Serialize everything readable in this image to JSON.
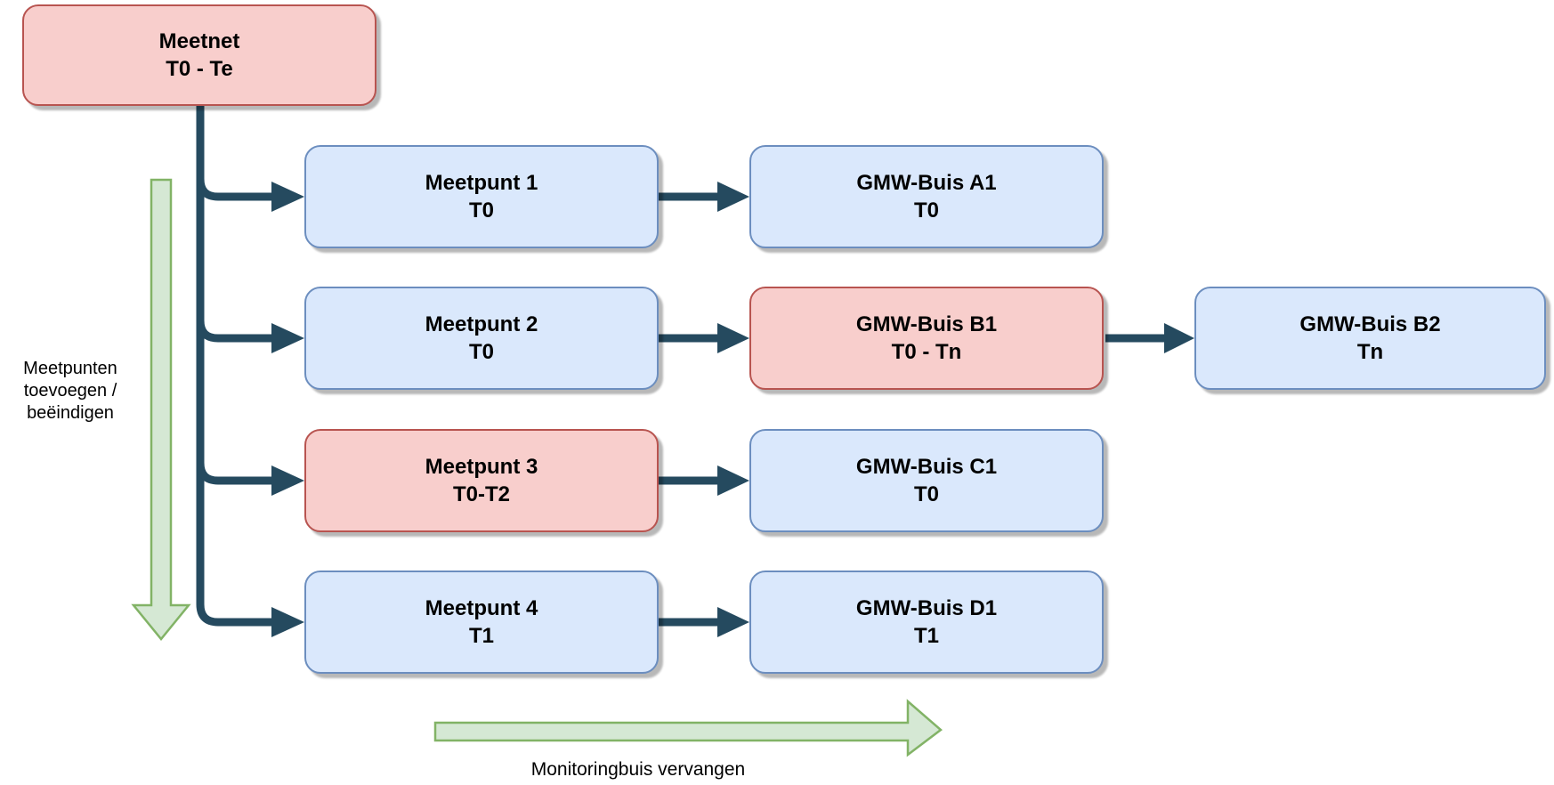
{
  "diagram": {
    "nodes": {
      "meetnet": {
        "title": "Meetnet",
        "period": "T0 - Te"
      },
      "meetpunt1": {
        "title": "Meetpunt 1",
        "period": "T0"
      },
      "gmw_a1": {
        "title": "GMW-Buis A1",
        "period": "T0"
      },
      "meetpunt2": {
        "title": "Meetpunt 2",
        "period": "T0"
      },
      "gmw_b1": {
        "title": "GMW-Buis B1",
        "period": "T0 - Tn"
      },
      "gmw_b2": {
        "title": "GMW-Buis B2",
        "period": "Tn"
      },
      "meetpunt3": {
        "title": "Meetpunt 3",
        "period": "T0-T2"
      },
      "gmw_c1": {
        "title": "GMW-Buis C1",
        "period": "T0"
      },
      "meetpunt4": {
        "title": "Meetpunt 4",
        "period": "T1"
      },
      "gmw_d1": {
        "title": "GMW-Buis D1",
        "period": "T1"
      }
    },
    "annotations": {
      "left_arrow_label_line1": "Meetpunten",
      "left_arrow_label_line2": "toevoegen /",
      "left_arrow_label_line3": "beëindigen",
      "bottom_arrow_label": "Monitoringbuis vervangen"
    },
    "colors": {
      "highlight_fill": "#f8cecc",
      "highlight_border": "#b85450",
      "normal_fill": "#dae8fc",
      "normal_border": "#6c8ebf",
      "connector": "#254a5f",
      "green_fill": "#d5e8d4",
      "green_border": "#82b366"
    }
  }
}
